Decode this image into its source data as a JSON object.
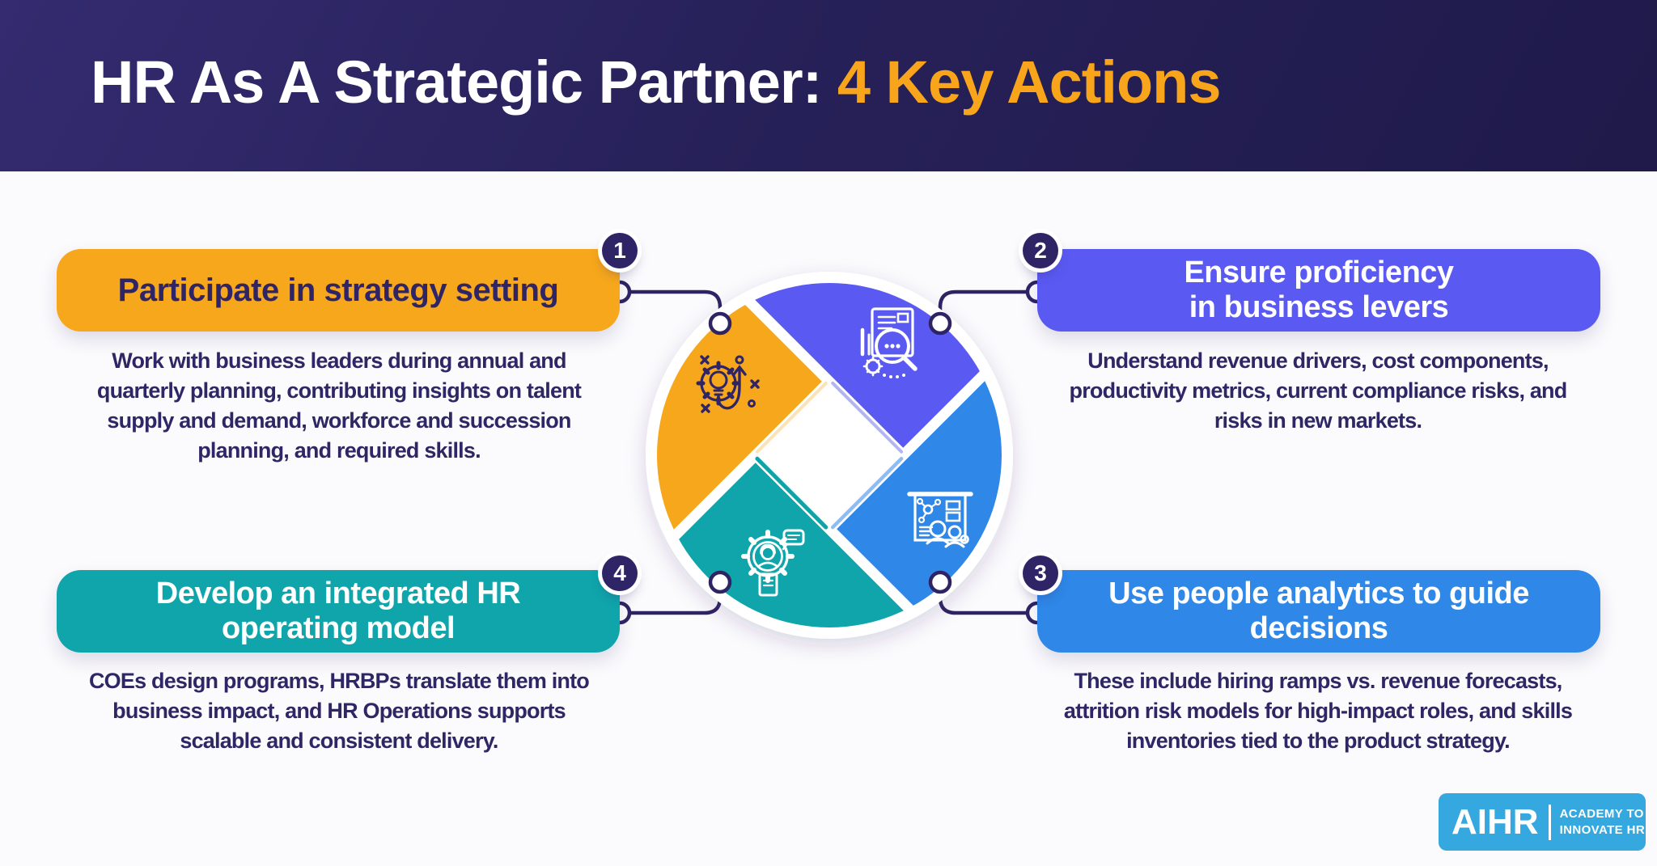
{
  "header": {
    "title_main": "HR As A Strategic Partner:",
    "title_accent": " 4 Key Actions"
  },
  "actions": [
    {
      "number": "1",
      "color": "#F7A71B",
      "icon": "gear-lightbulb-strategy-icon",
      "title_lines": [
        "Participate in strategy setting"
      ],
      "desc_lines": [
        "Work with business leaders during annual and",
        "quarterly planning, contributing insights on talent",
        "supply and demand, workforce and succession",
        "planning, and required skills."
      ]
    },
    {
      "number": "2",
      "color": "#5A5AF2",
      "icon": "document-magnifier-analysis-icon",
      "title_lines": [
        "Ensure proficiency",
        "in business levers"
      ],
      "desc_lines": [
        "Understand revenue drivers, cost components,",
        "productivity metrics, current compliance risks, and",
        "risks in new markets."
      ]
    },
    {
      "number": "3",
      "color": "#2F87E8",
      "icon": "analytics-board-people-icon",
      "title_lines": [
        "Use people analytics to guide",
        "decisions"
      ],
      "desc_lines": [
        "These include hiring ramps vs. revenue forecasts,",
        "attrition risk models for high-impact roles, and skills",
        "inventories tied to the product strategy."
      ]
    },
    {
      "number": "4",
      "color": "#0FA5AB",
      "icon": "gear-person-operations-icon",
      "title_lines": [
        "Develop an integrated HR",
        "operating model"
      ],
      "desc_lines": [
        "COEs design programs, HRBPs translate them into",
        "business impact, and HR Operations supports",
        "scalable and consistent delivery."
      ]
    }
  ],
  "diagram": {
    "segment_colors": [
      "#F7A71B",
      "#5A5AF2",
      "#2F87E8",
      "#0FA5AB"
    ],
    "accent_line_colors": [
      "#FBE2B8",
      "#B1B5F8",
      "#8FBDF2",
      "#0FA3A8"
    ],
    "connector_color": "#2E2464"
  },
  "colors": {
    "header_background": "#262058",
    "title_accent": "#F9A51B",
    "text_purple": "#2F2765",
    "badge_background": "#2F2566",
    "page_background": "#FBFBFD",
    "logo_background": "#35A8E0"
  },
  "logo": {
    "brand": "AIHR",
    "tagline_line1": "ACADEMY TO",
    "tagline_line2": "INNOVATE HR"
  }
}
